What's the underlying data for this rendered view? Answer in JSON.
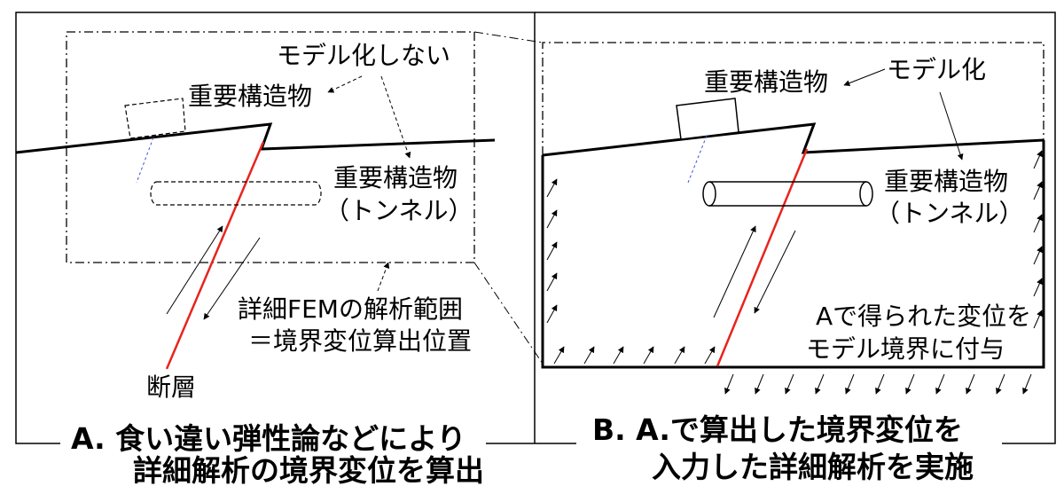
{
  "panel_a": {
    "label_not_modeled": "モデル化しない",
    "label_structure": "重要構造物",
    "label_tunnel_line1": "重要構造物",
    "label_tunnel_line2": "（トンネル）",
    "label_fem_line1": "詳細FEMの解析範囲",
    "label_fem_line2": "＝境界変位算出位置",
    "label_fault": "断層",
    "caption_line1": "A.  食い違い弾性論などにより",
    "caption_line2": "詳細解析の境界変位を算出"
  },
  "panel_b": {
    "label_modeled": "モデル化",
    "label_structure": "重要構造物",
    "label_tunnel_line1": "重要構造物",
    "label_tunnel_line2": "（トンネル）",
    "label_apply_line1": "Aで得られた変位を",
    "label_apply_line2": "モデル境界に付与",
    "caption_line1": "B.  A.で算出した境界変位を",
    "caption_line2": "入力した詳細解析を実施"
  },
  "colors": {
    "fault": "#e8231e",
    "dashed_blue": "#3b4fd8",
    "line": "#000000",
    "background": "#ffffff"
  }
}
